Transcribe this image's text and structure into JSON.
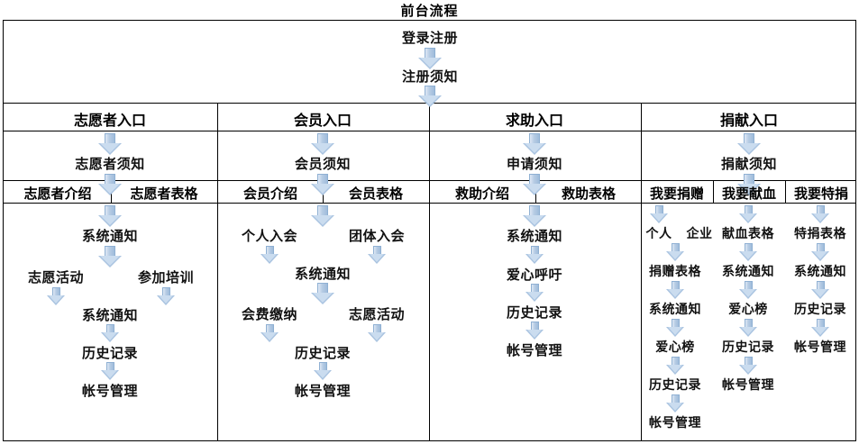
{
  "title": "前台流程",
  "top": {
    "login": "登录注册",
    "notice": "注册须知"
  },
  "entries": [
    {
      "label": "志愿者入口",
      "notice": "志愿者须知"
    },
    {
      "label": "会员入口",
      "notice": "会员须知"
    },
    {
      "label": "求助入口",
      "notice": "申请须知"
    },
    {
      "label": "捐献入口",
      "notice": "捐献须知"
    }
  ],
  "subheaders": [
    "志愿者介绍",
    "志愿者表格",
    "会员介绍",
    "会员表格",
    "救助介绍",
    "救助表格",
    "我要捐赠",
    "我要献血",
    "我要特捐"
  ],
  "volunteer_flow": {
    "n1": "系统通知",
    "n2a": "志愿活动",
    "n2b": "参加培训",
    "n3": "系统通知",
    "n4": "历史记录",
    "n5": "帐号管理"
  },
  "member_flow": {
    "n1a": "个人入会",
    "n1b": "团体入会",
    "n2": "系统通知",
    "n3a": "会费缴纳",
    "n3b": "志愿活动",
    "n4": "历史记录",
    "n5": "帐号管理"
  },
  "help_flow": {
    "n1": "系统通知",
    "n2": "爱心呼吁",
    "n3": "历史记录",
    "n4": "帐号管理"
  },
  "donate_flow": {
    "colA": {
      "n1a": "个人",
      "n1b": "企业",
      "n2": "捐赠表格",
      "n3": "系统通知",
      "n4": "爱心榜",
      "n5": "历史记录",
      "n6": "帐号管理"
    },
    "colB": {
      "n1": "献血表格",
      "n2": "系统通知",
      "n3": "爱心榜",
      "n4": "历史记录",
      "n5": "帐号管理"
    },
    "colC": {
      "n1": "特捐表格",
      "n2": "系统通知",
      "n3": "历史记录",
      "n4": "帐号管理"
    }
  },
  "chart_data": {
    "type": "diagram",
    "diagram_kind": "flowchart",
    "title": "前台流程",
    "root": "登录注册",
    "branches": [
      {
        "entry": "志愿者入口",
        "notice": "志愿者须知",
        "tabs": [
          "志愿者介绍",
          "志愿者表格"
        ],
        "steps": [
          "系统通知",
          [
            "志愿活动",
            "参加培训"
          ],
          "系统通知",
          "历史记录",
          "帐号管理"
        ]
      },
      {
        "entry": "会员入口",
        "notice": "会员须知",
        "tabs": [
          "会员介绍",
          "会员表格"
        ],
        "steps": [
          [
            "个人入会",
            "团体入会"
          ],
          "系统通知",
          [
            "会费缴纳",
            "志愿活动"
          ],
          "历史记录",
          "帐号管理"
        ]
      },
      {
        "entry": "求助入口",
        "notice": "申请须知",
        "tabs": [
          "救助介绍",
          "救助表格"
        ],
        "steps": [
          "系统通知",
          "爱心呼吁",
          "历史记录",
          "帐号管理"
        ]
      },
      {
        "entry": "捐献入口",
        "notice": "捐献须知",
        "tabs": [
          "我要捐赠",
          "我要献血",
          "我要特捐"
        ],
        "sub_flows": [
          {
            "tab": "我要捐赠",
            "steps": [
              [
                "个人",
                "企业"
              ],
              "捐赠表格",
              "系统通知",
              "爱心榜",
              "历史记录",
              "帐号管理"
            ]
          },
          {
            "tab": "我要献血",
            "steps": [
              "献血表格",
              "系统通知",
              "爱心榜",
              "历史记录",
              "帐号管理"
            ]
          },
          {
            "tab": "我要特捐",
            "steps": [
              "特捐表格",
              "系统通知",
              "历史记录",
              "帐号管理"
            ]
          }
        ]
      }
    ],
    "colors": {
      "arrow_fill": "#b6cce4",
      "arrow_edge": "#8fb0d3",
      "line": "#000000",
      "text": "#111111"
    }
  }
}
